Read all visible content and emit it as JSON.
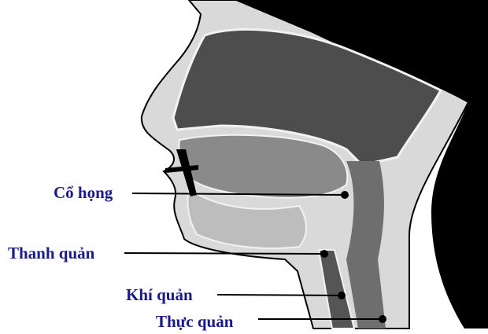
{
  "colors": {
    "label_text": "#1a1a8c",
    "leader_line": "#000000",
    "head_black": "#000000",
    "cavity_dark": "#4d4d4d",
    "tissue_light": "#bdbdbd",
    "tissue_mid": "#8a8a8a",
    "outline_white": "#f2f2f2"
  },
  "labels": {
    "pharynx": "Cổ họng",
    "larynx": "Thanh quản",
    "trachea": "Khí quản",
    "esophagus": "Thực quản"
  }
}
